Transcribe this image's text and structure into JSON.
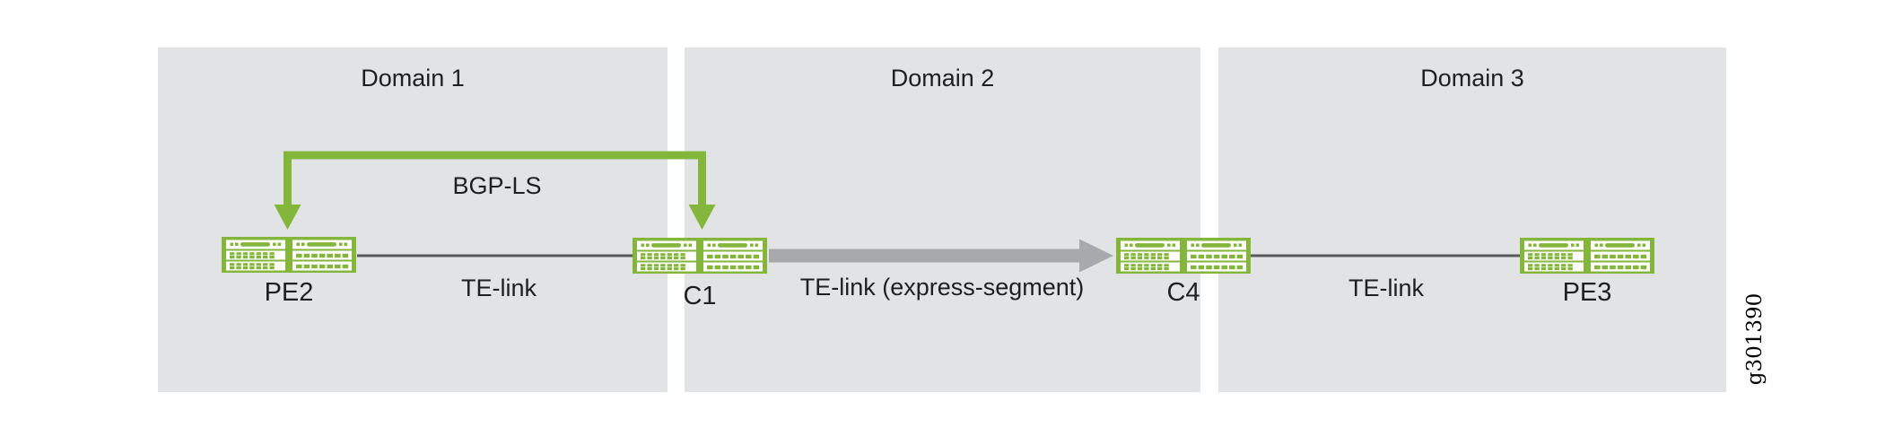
{
  "figure": {
    "id": "g301390",
    "type": "network-topology-diagram"
  },
  "colors": {
    "green": "#84b63c",
    "domain_fill": "#e2e3e4",
    "te_link_line": "#58595b",
    "express_arrow_gray": "#a7a9ac",
    "text": "#1f1f1f",
    "panel_white": "#ffffff"
  },
  "domains": [
    {
      "label": "Domain 1"
    },
    {
      "label": "Domain 2"
    },
    {
      "label": "Domain 3"
    }
  ],
  "nodes": [
    {
      "label": "PE2",
      "type": "router",
      "domain": "Domain 1"
    },
    {
      "label": "C1",
      "type": "router",
      "domain": "Domain 1 / Domain 2 border"
    },
    {
      "label": "C4",
      "type": "router",
      "domain": "Domain 2 / Domain 3 border"
    },
    {
      "label": "PE3",
      "type": "router",
      "domain": "Domain 3"
    }
  ],
  "links": [
    {
      "label": "BGP-LS",
      "style": "green-bracket-arrow",
      "endpoints": [
        "PE2",
        "C1"
      ],
      "arrowheads": "both-ends-down"
    },
    {
      "label": "TE-link",
      "style": "thin-line",
      "endpoints": [
        "PE2",
        "C1"
      ]
    },
    {
      "label": "TE-link (express-segment)",
      "style": "thick-gray-arrow",
      "endpoints": [
        "C1",
        "C4"
      ],
      "arrowheads": "at-C4"
    },
    {
      "label": "TE-link",
      "style": "thin-line",
      "endpoints": [
        "C4",
        "PE3"
      ]
    }
  ]
}
